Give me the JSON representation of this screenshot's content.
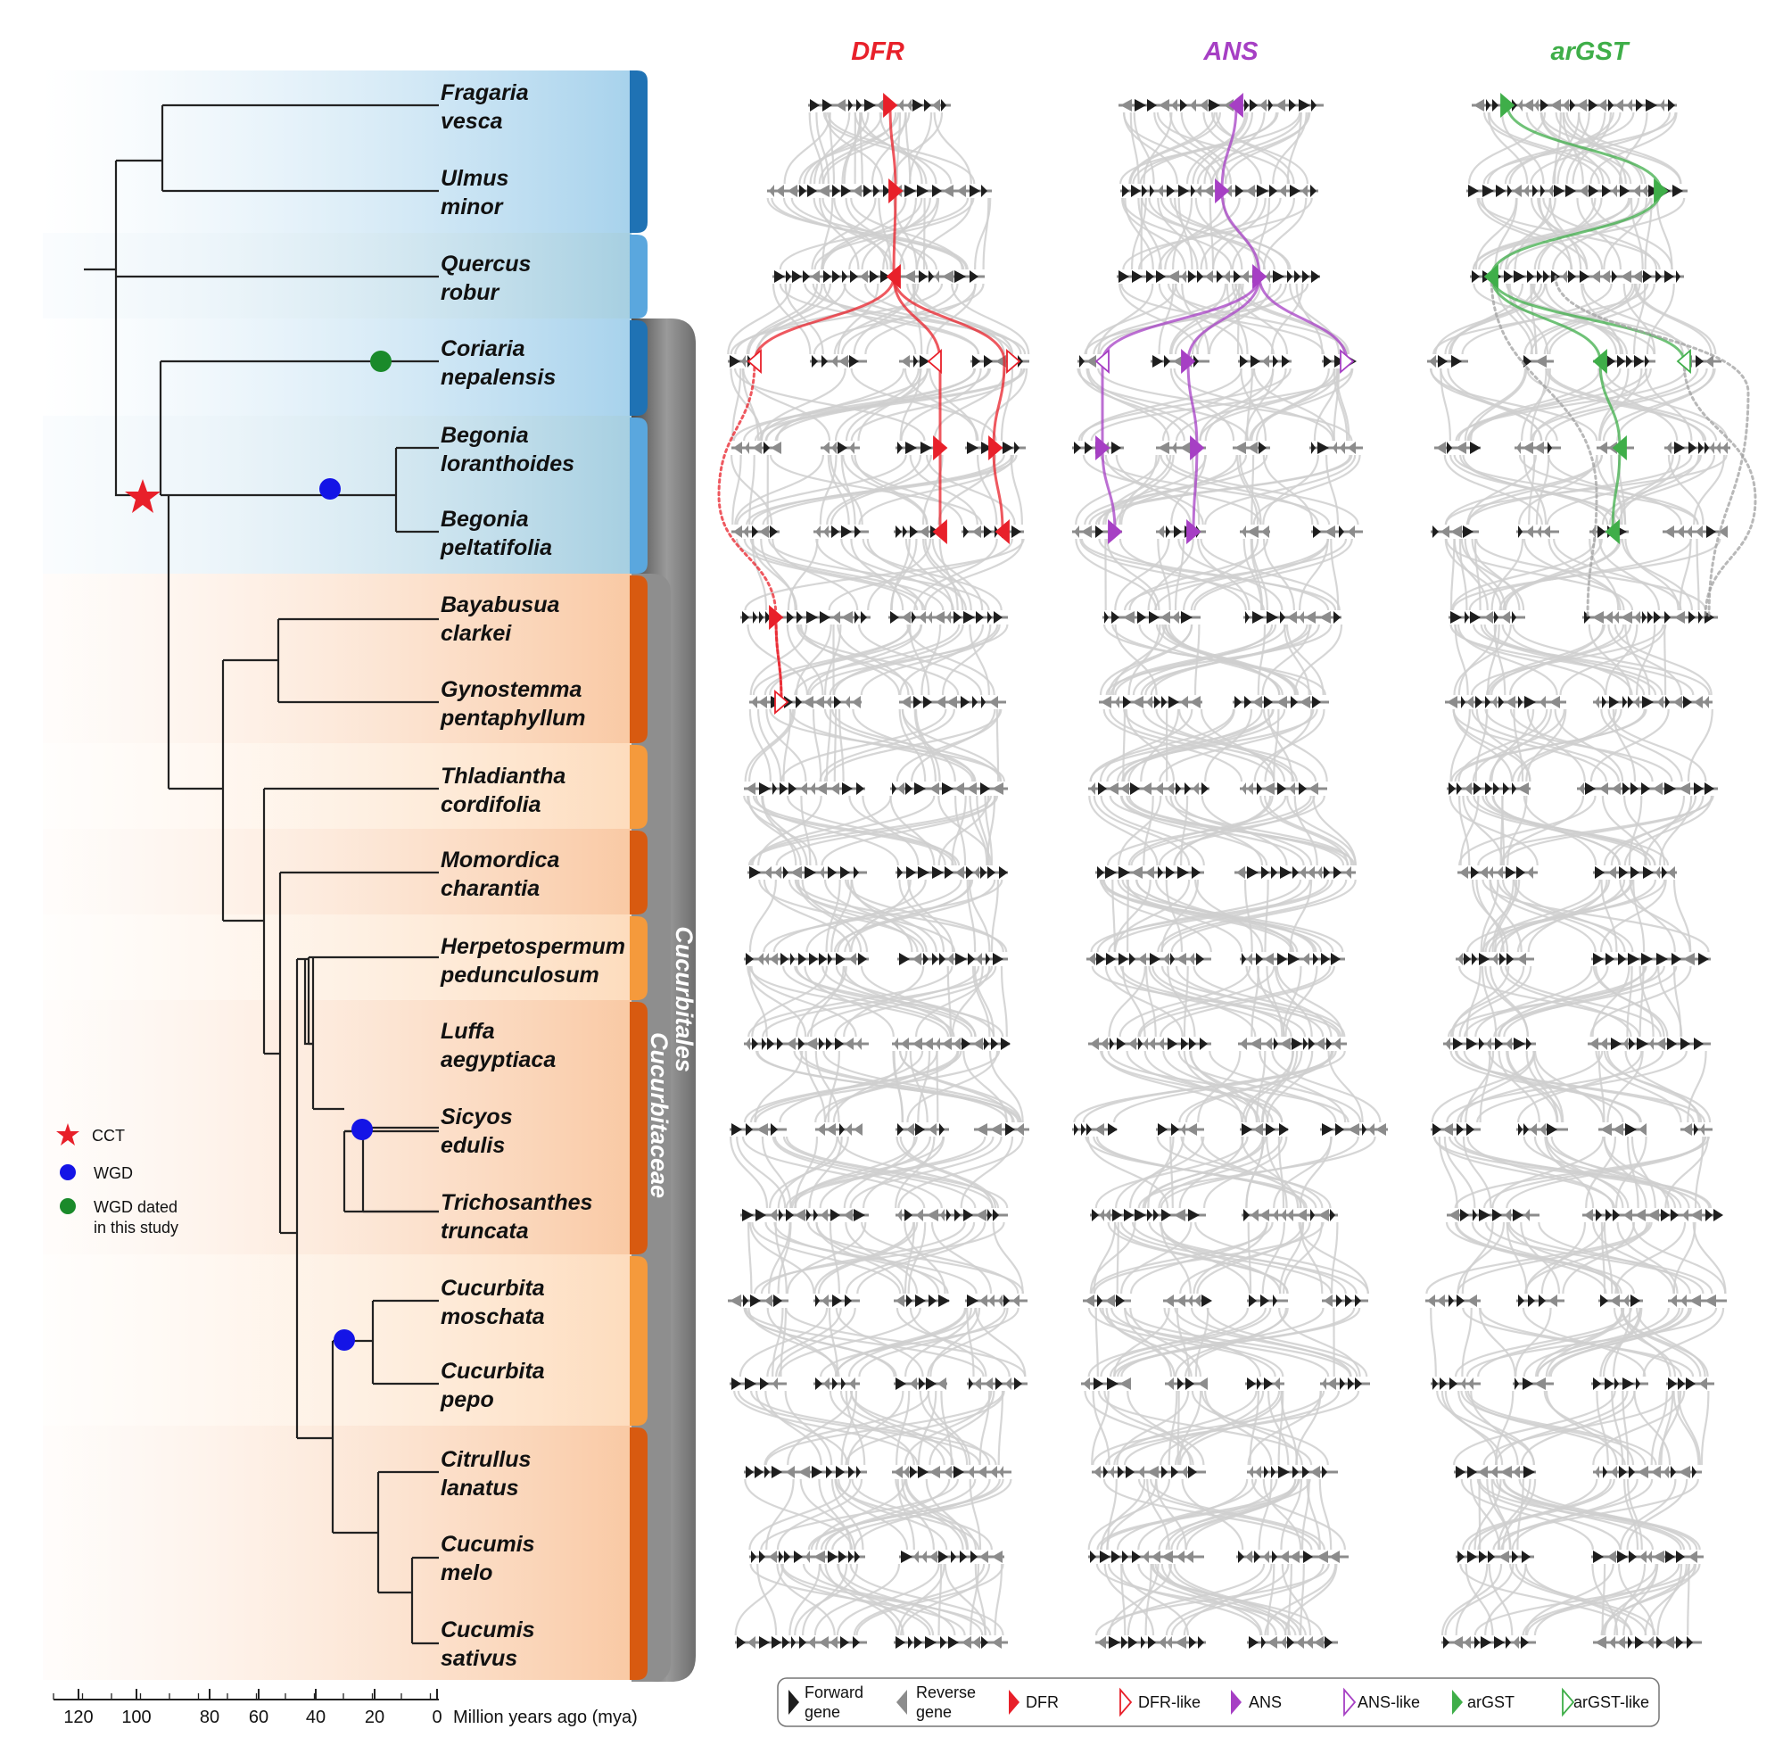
{
  "species": [
    {
      "genus": "Fragaria",
      "epithet": "vesca"
    },
    {
      "genus": "Ulmus",
      "epithet": "minor"
    },
    {
      "genus": "Quercus",
      "epithet": "robur"
    },
    {
      "genus": "Coriaria",
      "epithet": "nepalensis"
    },
    {
      "genus": "Begonia",
      "epithet": "loranthoides"
    },
    {
      "genus": "Begonia",
      "epithet": "peltatifolia"
    },
    {
      "genus": "Bayabusua",
      "epithet": "clarkei"
    },
    {
      "genus": "Gynostemma",
      "epithet": "pentaphyllum"
    },
    {
      "genus": "Thladiantha",
      "epithet": "cordifolia"
    },
    {
      "genus": "Momordica",
      "epithet": "charantia"
    },
    {
      "genus": "Herpetospermum",
      "epithet": "pedunculosum"
    },
    {
      "genus": "Luffa",
      "epithet": "aegyptiaca"
    },
    {
      "genus": "Sicyos",
      "epithet": "edulis"
    },
    {
      "genus": "Trichosanthes",
      "epithet": "truncata"
    },
    {
      "genus": "Cucurbita",
      "epithet": "moschata"
    },
    {
      "genus": "Cucurbita",
      "epithet": "pepo"
    },
    {
      "genus": "Citrullus",
      "epithet": "lanatus"
    },
    {
      "genus": "Cucumis",
      "epithet": "melo"
    },
    {
      "genus": "Cucumis",
      "epithet": "sativus"
    }
  ],
  "clades": {
    "order": "Cucurbitales",
    "family": "Cucurbitaceae"
  },
  "axis": {
    "label": "Million years ago (mya)",
    "ticks": [
      "120",
      "100",
      "80",
      "60",
      "40",
      "20",
      "0"
    ]
  },
  "markers": {
    "cct": "CCT",
    "wgd": "WGD",
    "wgd_dated_1": "WGD dated",
    "wgd_dated_2": "in this study"
  },
  "panels": [
    {
      "title": "DFR",
      "color": "#e8202a"
    },
    {
      "title": "ANS",
      "color": "#a63fc4"
    },
    {
      "title": "arGST",
      "color": "#3fae49"
    }
  ],
  "legend": {
    "forward_1": "Forward",
    "forward_2": "gene",
    "reverse_1": "Reverse",
    "reverse_2": "gene",
    "dfr": "DFR",
    "dfr_like": "DFR-like",
    "ans": "ANS",
    "ans_like": "ANS-like",
    "argst": "arGST",
    "argst_like": "arGST-like"
  },
  "colors": {
    "forward_gene": "#1e1e1e",
    "reverse_gene": "#8c8c8c",
    "synteny_link": "#cfcfcf",
    "cct": "#e8202a",
    "wgd": "#1414e6",
    "wgd_dated": "#1a8a2a",
    "rosid_dark": "#1f72b4",
    "rosid_light": "#5aa7de",
    "cucurb_dark": "#d85a10",
    "cucurb_light": "#f59a3c"
  }
}
